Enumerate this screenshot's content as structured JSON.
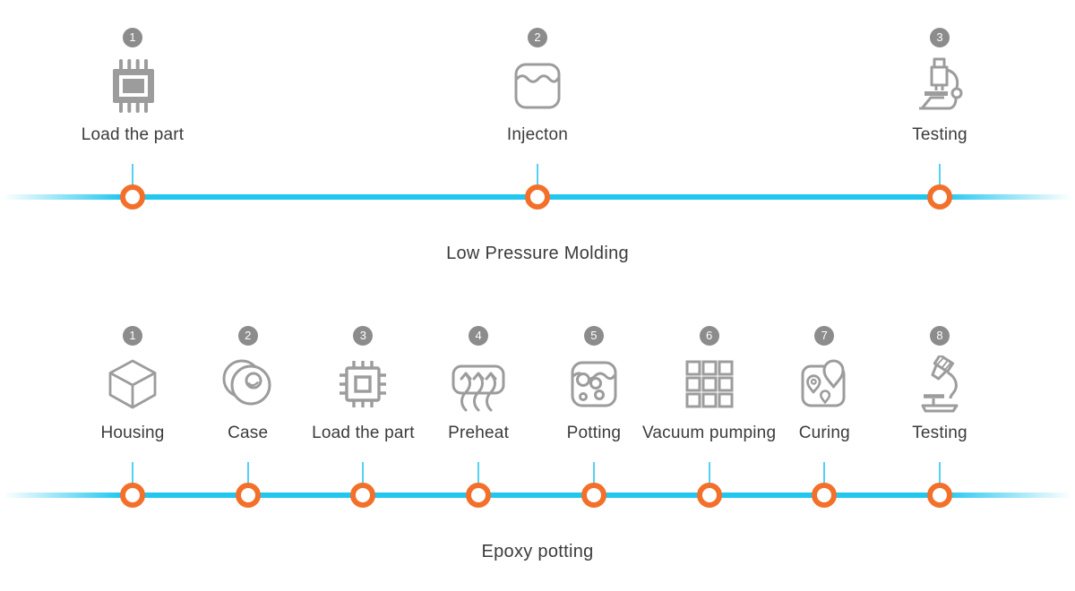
{
  "colors": {
    "timeline_line": "#22c7f0",
    "connector_line": "#55d1f2",
    "marker_ring": "#f3702b",
    "badge_background": "#8c8c8c",
    "icon_gray": "#9c9c9c",
    "text_dark": "#3b3b3b"
  },
  "timelines": [
    {
      "title": "Low Pressure Molding",
      "steps": [
        {
          "number": "1",
          "label": "Load the part",
          "icon": "chip-filled-icon"
        },
        {
          "number": "2",
          "label": "Injecton",
          "icon": "liquid-container-icon"
        },
        {
          "number": "3",
          "label": "Testing",
          "icon": "microscope-icon"
        }
      ]
    },
    {
      "title": "Epoxy potting",
      "steps": [
        {
          "number": "1",
          "label": "Housing",
          "icon": "cube-icon"
        },
        {
          "number": "2",
          "label": "Case",
          "icon": "case-rings-icon"
        },
        {
          "number": "3",
          "label": "Load the part",
          "icon": "chip-outline-icon"
        },
        {
          "number": "4",
          "label": "Preheat",
          "icon": "heat-arrows-icon"
        },
        {
          "number": "5",
          "label": "Potting",
          "icon": "potting-bubbles-icon"
        },
        {
          "number": "6",
          "label": "Vacuum pumping",
          "icon": "grid-squares-icon"
        },
        {
          "number": "7",
          "label": "Curing",
          "icon": "map-pins-icon"
        },
        {
          "number": "8",
          "label": "Testing",
          "icon": "microscope-tilted-icon"
        }
      ]
    }
  ]
}
